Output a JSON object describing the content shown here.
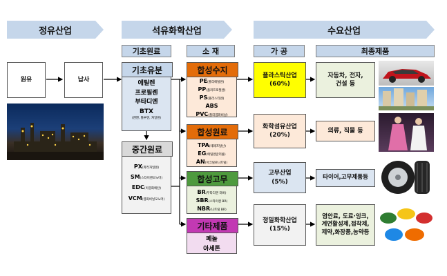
{
  "stages": {
    "refining": "정유산업",
    "petrochem": "석유화학산업",
    "demand": "수요산업"
  },
  "column_heads": {
    "basic": "기초원료",
    "materials": "소 재",
    "processing": "가 공",
    "final": "최종제품"
  },
  "crude": "원유",
  "naphtha": "납사",
  "basic_fraction": {
    "title": "기초유분",
    "items": [
      "에틸렌",
      "프로필렌",
      "부타디엔"
    ],
    "btx": "BTX",
    "btx_note": "(벤젠, 톨루엔, 자일렌)"
  },
  "intermediate": {
    "title": "중간원료",
    "items": [
      {
        "code": "PX",
        "note": "(파라자일렌)"
      },
      {
        "code": "SM",
        "note": "(스타이렌모노머)"
      },
      {
        "code": "EDC",
        "note": "(이염화에탄)"
      },
      {
        "code": "VCM",
        "note": "(염화비닐모노머)"
      }
    ]
  },
  "materials": [
    {
      "title": "합성수지",
      "color": "#e36c09",
      "bg": "#fde9d9",
      "items": [
        {
          "code": "PE",
          "note": "(폴리에틸렌)"
        },
        {
          "code": "PP",
          "note": "(폴리프로필렌)"
        },
        {
          "code": "PS",
          "note": "(폴리스티렌)"
        },
        {
          "code": "ABS",
          "note": ""
        },
        {
          "code": "PVC",
          "note": "(폴리염화비닐)"
        }
      ]
    },
    {
      "title": "합성원료",
      "color": "#e36c09",
      "bg": "#fde9d9",
      "items": [
        {
          "code": "TPA",
          "note": "(테레프탈산)"
        },
        {
          "code": "EG",
          "note": "(에틸렌글리콜)"
        },
        {
          "code": "AN",
          "note": "(아크릴로니트릴)"
        }
      ]
    },
    {
      "title": "합성고무",
      "color": "#4e9a3e",
      "bg": "#ebf1de",
      "items": [
        {
          "code": "BR",
          "note": "(부타디엔 러버)"
        },
        {
          "code": "SBR",
          "note": "(스타이렌 BR)"
        },
        {
          "code": "NBR",
          "note": "(니트릴 BR)"
        }
      ]
    },
    {
      "title": "기타제품",
      "color": "#c239b3",
      "bg": "#f2dcf0",
      "items": [
        {
          "code": "페놀",
          "note": ""
        },
        {
          "code": "아세톤",
          "note": ""
        }
      ]
    }
  ],
  "processing": [
    {
      "name": "플라스틱산업",
      "share": "(60%)",
      "bg": "#ffff00"
    },
    {
      "name": "화학섬유산업",
      "share": "(20%)",
      "bg": "#fde9d9"
    },
    {
      "name": "고무산업",
      "share": "(5%)",
      "bg": "#dbe5f1"
    },
    {
      "name": "정밀화학산업",
      "share": "(15%)",
      "bg": "#f2f2f2"
    }
  ],
  "final_products": [
    {
      "lines": [
        "자동차, 전자,",
        "건설 등"
      ],
      "bg": "#ebf1de"
    },
    {
      "lines": [
        "의류, 직물 등"
      ],
      "bg": "#fde9d9"
    },
    {
      "lines": [
        "타이어,고무제품등"
      ],
      "bg": "#dbe5f1"
    },
    {
      "lines": [
        "염안료, 도료·잉크,",
        "계면활성제,접착제,",
        "제약,화장품,농약등"
      ],
      "bg": "#ebf1de"
    }
  ],
  "colors": {
    "stage_fill": "#c5d6ea",
    "basic_fill": "#dbe5f1",
    "arrow": "#000000"
  }
}
